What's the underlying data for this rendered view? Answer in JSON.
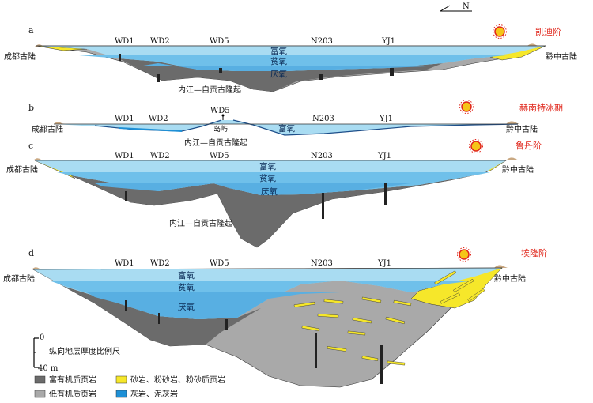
{
  "north_label": "N",
  "panels": [
    {
      "letter": "a",
      "stage": "凯迪阶",
      "left_land": "成都古陆",
      "right_land": "黔中古陆",
      "wells": [
        "WD1",
        "WD2",
        "WD5",
        "N203",
        "YJ1"
      ],
      "zones": [
        "富氧",
        "贫氧",
        "厌氧"
      ],
      "uplift": "内江—自贡古隆起"
    },
    {
      "letter": "b",
      "stage": "赫南特冰期",
      "left_land": "成都古陆",
      "right_land": "黔中古陆",
      "wells": [
        "WD1",
        "WD2",
        "WD5",
        "N203",
        "YJ1"
      ],
      "zones": [
        "富氧"
      ],
      "island": "岛屿",
      "uplift": "内江—自贡古隆起"
    },
    {
      "letter": "c",
      "stage": "鲁丹阶",
      "left_land": "成都古陆",
      "right_land": "黔中古陆",
      "wells": [
        "WD1",
        "WD2",
        "WD5",
        "N203",
        "YJ1"
      ],
      "zones": [
        "富氧",
        "贫氧",
        "厌氧"
      ],
      "uplift": "内江—自贡古隆起"
    },
    {
      "letter": "d",
      "stage": "埃隆阶",
      "left_land": "成都古陆",
      "right_land": "黔中古陆",
      "wells": [
        "WD1",
        "WD2",
        "WD5",
        "N203",
        "YJ1"
      ],
      "zones": [
        "富氧",
        "贫氧",
        "厌氧"
      ]
    }
  ],
  "scale_bar": {
    "top": "0",
    "bottom": "40 m",
    "caption": "纵向地层厚度比例尺"
  },
  "legend": [
    {
      "label": "富有机质页岩",
      "color": "#6b6b6b"
    },
    {
      "label": "砂岩、粉砂岩、粉砂质页岩",
      "color": "#f6e72a"
    },
    {
      "label": "低有机质页岩",
      "color": "#a9a9a9"
    },
    {
      "label": "灰岩、泥灰岩",
      "color": "#1e90d6"
    }
  ],
  "colors": {
    "water_top": "#a9dcf2",
    "water_mid": "#6fc0ea",
    "water_deep": "#58afe2",
    "dark_shale": "#6b6b6b",
    "light_shale": "#a9a9a9",
    "sandstone": "#f6e72a",
    "limestone": "#1e90d6",
    "stage_text": "#e0261b"
  }
}
